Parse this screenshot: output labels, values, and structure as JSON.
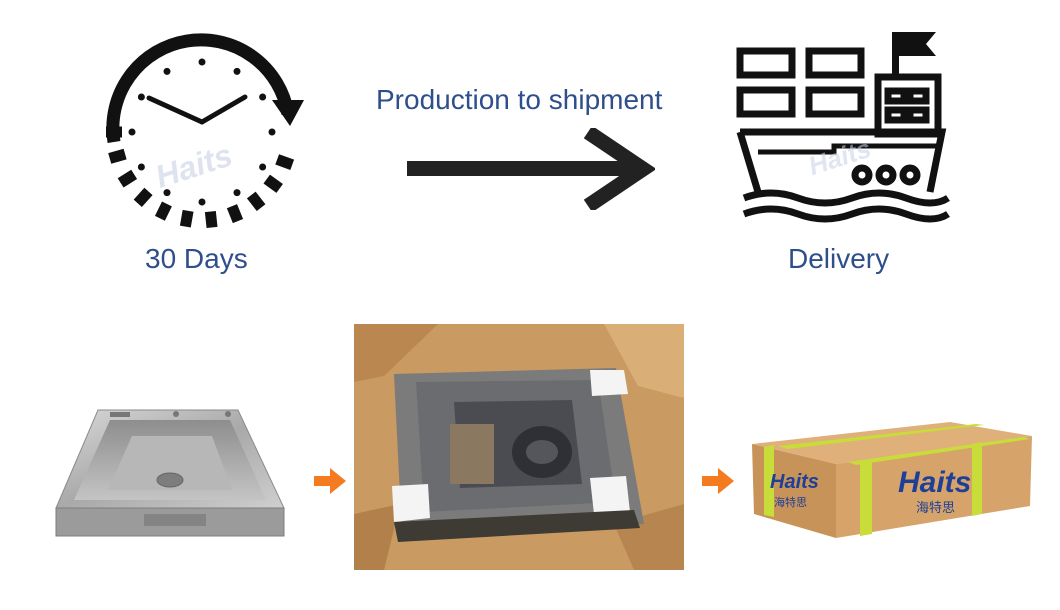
{
  "labels": {
    "days": "30 Days",
    "flow": "Production to shipment",
    "delivery": "Delivery"
  },
  "watermark": {
    "brand": "Haits",
    "chinese": "海特思"
  },
  "icons": [
    "clock-icon",
    "arrow-right-icon",
    "cargo-ship-icon",
    "small-orange-arrow-icon"
  ],
  "colors": {
    "label": "#2f4e8c",
    "icon": "#222222",
    "orange_arrow": "#f47b20",
    "cardboard": "#cf9e68",
    "strap": "#c8dc3a",
    "brand_blue": "#1e3f98"
  }
}
